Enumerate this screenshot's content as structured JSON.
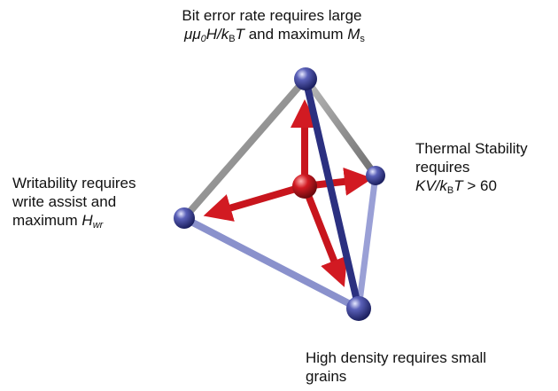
{
  "top_label": {
    "line1": "Bit error rate requires large",
    "line2_parts": {
      "expr_a": "μμ",
      "sub_a": "0",
      "expr_b": "H/k",
      "sub_b": "B",
      "expr_c": "T",
      "text": " and maximum ",
      "expr_d": "M",
      "sub_d": "s"
    }
  },
  "right_label": {
    "line1": "Thermal Stability",
    "line2": "requires",
    "line3_parts": {
      "expr_a": "KV/k",
      "sub_a": "B",
      "expr_b": "T",
      "text": " > 60"
    }
  },
  "left_label": {
    "line1": "Writability requires",
    "line2": "write assist and",
    "line3_text": "maximum ",
    "line3_expr": "H",
    "line3_sub": "wr"
  },
  "bottom_label": {
    "line1": "High density requires small",
    "line2": "grains"
  },
  "colors": {
    "edge_blue": "#7f86c4",
    "edge_dark_blue": "#2a2f7a",
    "edge_gray": "#8c8c8c",
    "arrow_red": "#d21a22",
    "node_blue": "#3a3f96",
    "node_center": "#c8141c"
  }
}
